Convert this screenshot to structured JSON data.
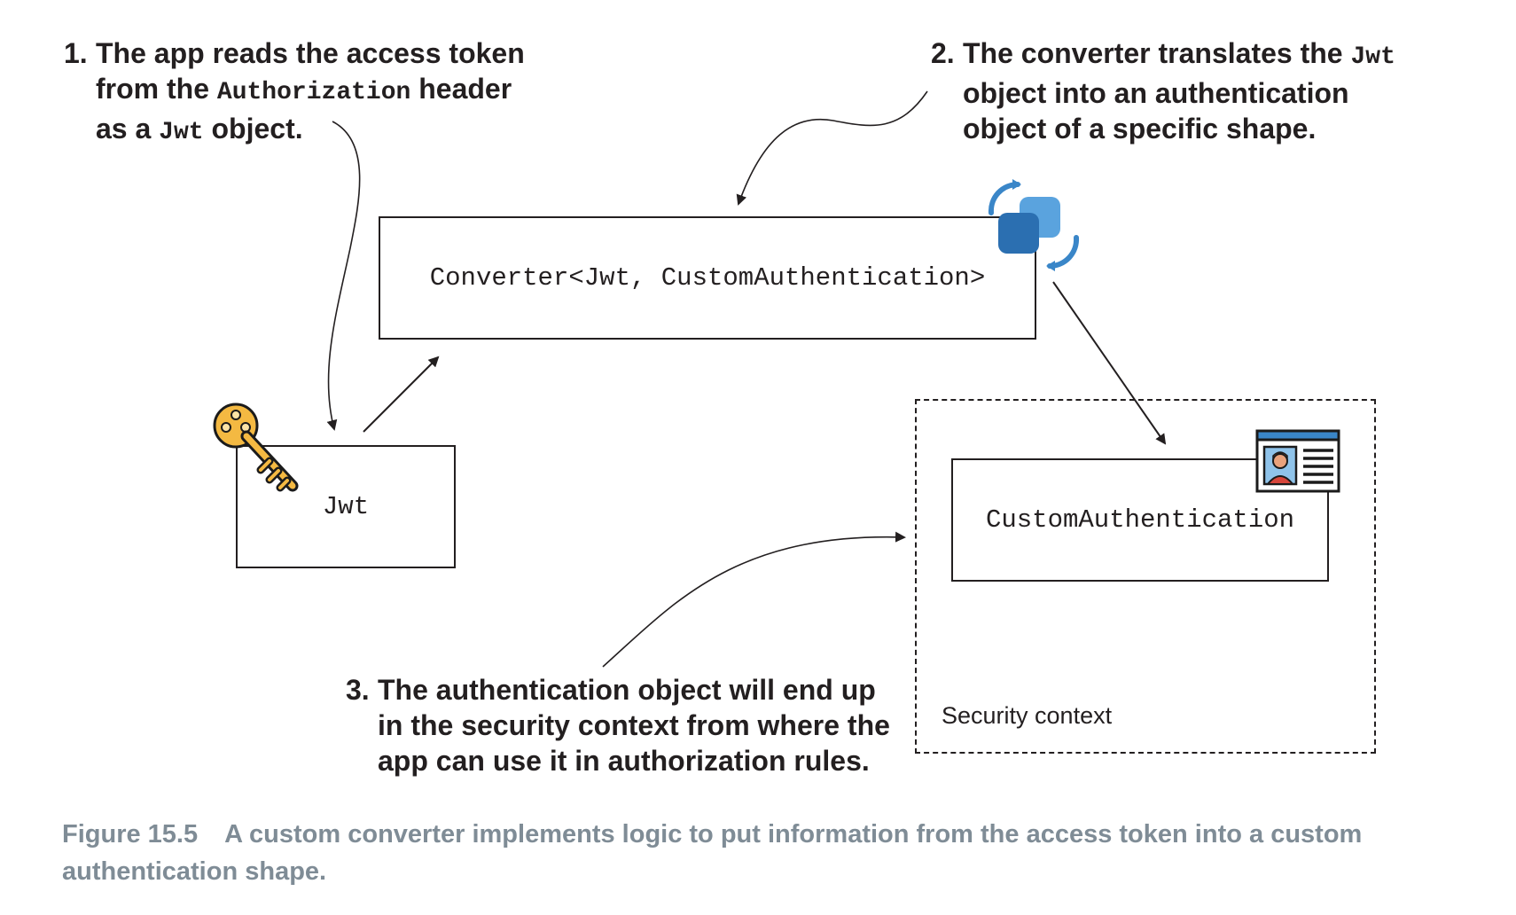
{
  "callouts": {
    "one": {
      "number": "1.",
      "line1": "The app reads the access token",
      "line2_before": "from the ",
      "line2_code": "Authorization",
      "line2_after": " header",
      "line3_before": "as a ",
      "line3_code": "Jwt",
      "line3_after": " object."
    },
    "two": {
      "number": "2.",
      "line1_before": "The converter translates the ",
      "line1_code": "Jwt",
      "line2": "object into an authentication",
      "line3": "object of a specific shape."
    },
    "three": {
      "number": "3.",
      "line1": "The authentication object will end up",
      "line2": "in the security context from where the",
      "line3": "app can use it in authorization rules."
    }
  },
  "boxes": {
    "converter": "Converter<Jwt, CustomAuthentication>",
    "jwt": "Jwt",
    "custom_auth": "CustomAuthentication",
    "security_context": "Security context"
  },
  "icons": {
    "key": "key-icon",
    "converter": "converter-icon",
    "id_card": "id-card-icon"
  },
  "colors": {
    "key_fill": "#f4b942",
    "converter_blue": "#3a86c8",
    "caption_gray": "#7f8c96"
  },
  "caption": {
    "label": "Figure 15.5",
    "text": "A custom converter implements logic to put information from the access token into a custom authentication shape."
  }
}
